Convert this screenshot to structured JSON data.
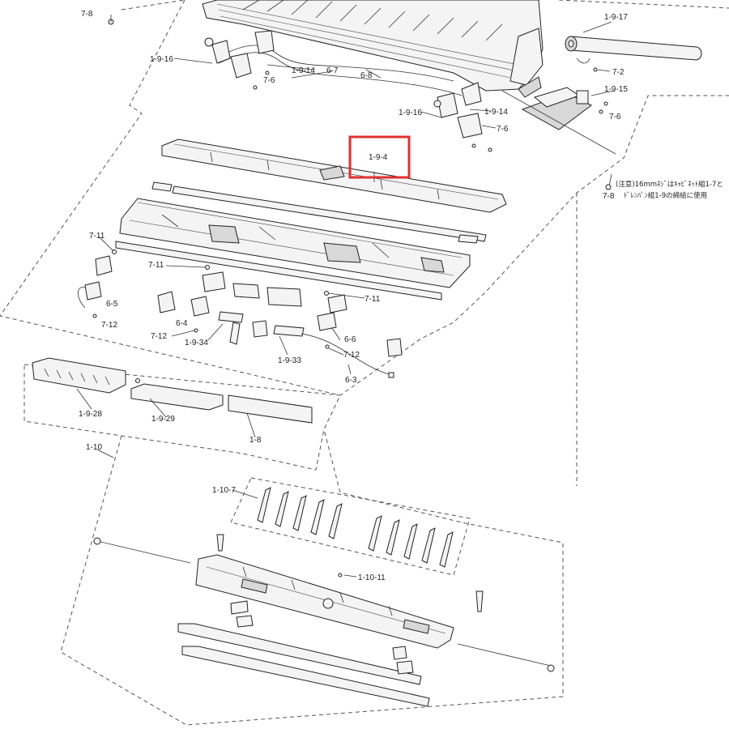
{
  "labels": {
    "l_7_8_top": "7-8",
    "l_1_9_17": "1-9-17",
    "l_1_9_16_a": "1-9-16",
    "l_1_9_14_a": "1-9-14",
    "l_6_7": "6-7",
    "l_6_8": "6-8",
    "l_7_6_a": "7-6",
    "l_7_2": "7-2",
    "l_1_9_15": "1-9-15",
    "l_1_9_16_b": "1-9-16",
    "l_1_9_14_b": "1-9-14",
    "l_7_6_b": "7-6",
    "l_7_6_c": "7-6",
    "l_1_9_4": "1-9-4",
    "l_7_8_right": "7-8",
    "l_7_11_a": "7-11",
    "l_7_11_b": "7-11",
    "l_6_5": "6-5",
    "l_7_12_a": "7-12",
    "l_6_4": "6-4",
    "l_7_12_b": "7-12",
    "l_1_9_34": "1-9-34",
    "l_7_11_c": "7-11",
    "l_6_6": "6-6",
    "l_7_12_c": "7-12",
    "l_1_9_33": "1-9-33",
    "l_6_3": "6-3",
    "l_1_9_28": "1-9-28",
    "l_1_9_29": "1-9-29",
    "l_1_8": "1-8",
    "l_1_10": "1-10",
    "l_1_10_7": "1-10-7",
    "l_1_10_11": "1-10-11"
  },
  "note": {
    "line1": "(注意)16mmﾈｼﾞはｷｬﾋﾞﾈｯﾄ組1-7と",
    "line2": "ﾄﾞﾚﾝﾊﾟﾝ組1-9の締結に使用"
  },
  "highlight": {
    "label": "1-9-4",
    "color": "#e03030"
  }
}
